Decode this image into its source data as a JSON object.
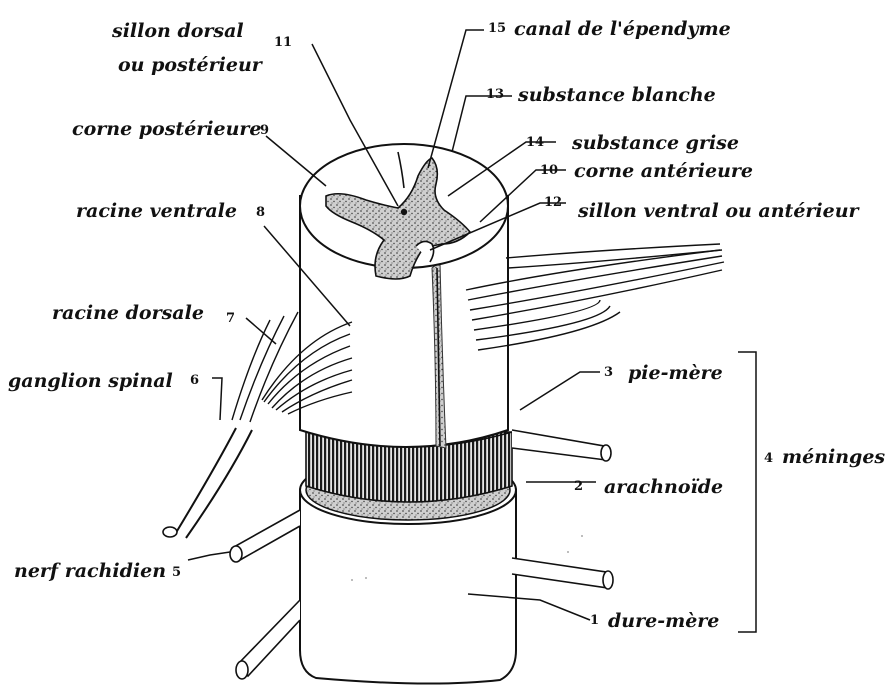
{
  "labels": {
    "sillon_dorsal_1": "sillon dorsal",
    "sillon_dorsal_2": "ou postérieur",
    "canal_ependyme": "canal de l'épendyme",
    "substance_blanche": "substance blanche",
    "corne_posterieure": "corne postérieure",
    "substance_grise": "substance grise",
    "corne_anterieure": "corne antérieure",
    "racine_ventrale": "racine ventrale",
    "sillon_ventral": "sillon ventral ou antérieur",
    "racine_dorsale": "racine dorsale",
    "ganglion_spinal": "ganglion spinal",
    "pie_mere": "pie-mère",
    "meninges": "méninges",
    "arachnoide": "arachnoïde",
    "nerf_rachidien": "nerf rachidien",
    "dure_mere": "dure-mère"
  },
  "numbers": {
    "n1": "1",
    "n2": "2",
    "n3": "3",
    "n4": "4",
    "n5": "5",
    "n6": "6",
    "n7": "7",
    "n8": "8",
    "n9": "9",
    "n10": "10",
    "n11": "11",
    "n12": "12",
    "n13": "13",
    "n14": "14",
    "n15": "15"
  }
}
